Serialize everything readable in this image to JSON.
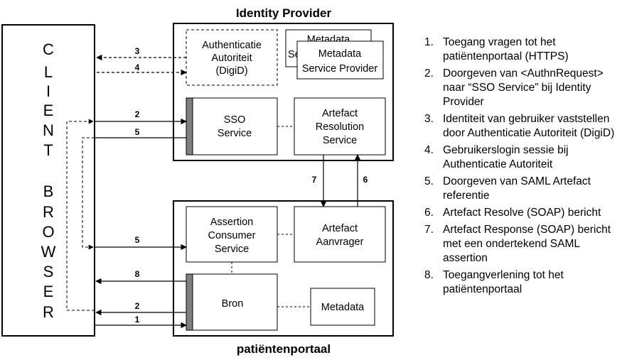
{
  "client_browser": {
    "letters": [
      "C",
      "L",
      "I",
      "E",
      "N",
      "T",
      "B",
      "R",
      "O",
      "W",
      "S",
      "E",
      "R"
    ]
  },
  "identity_provider": {
    "title": "Identity Provider",
    "authenticatie": [
      "Authenticatie",
      "Autoriteit",
      "(DigiD)"
    ],
    "metadata_back": [
      "Metadata",
      "Se"
    ],
    "metadata_sp": [
      "Metadata",
      "Service Provider"
    ],
    "sso_service": [
      "SSO",
      "Service"
    ],
    "artefact_resolution": [
      "Artefact",
      "Resolution",
      "Service"
    ]
  },
  "service_provider": {
    "title": "patiëntenportaal",
    "assertion_consumer": [
      "Assertion",
      "Consumer",
      "Service"
    ],
    "artefact_aanvrager": [
      "Artefact",
      "Aanvrager"
    ],
    "bron": "Bron",
    "metadata": "Metadata"
  },
  "arrow_labels": {
    "a3": "3",
    "a4": "4",
    "a2_top": "2",
    "a5_top": "5",
    "a7": "7",
    "a6": "6",
    "a5_bottom": "5",
    "a8": "8",
    "a2_bottom": "2",
    "a1": "1"
  },
  "legend": [
    {
      "num": "1.",
      "text": "Toegang vragen tot het patiëntenportaal (HTTPS)"
    },
    {
      "num": "2.",
      "text": "Doorgeven van <AuthnRequest> naar “SSO Service” bij Identity Provider"
    },
    {
      "num": "3.",
      "text": "Identiteit van gebruiker vaststellen door Authenticatie Autoriteit (DigiD)"
    },
    {
      "num": "4.",
      "text": "Gebruikerslogin sessie bij Authenticatie Autoriteit"
    },
    {
      "num": "5.",
      "text": "Doorgeven van  SAML Artefact referentie"
    },
    {
      "num": "6.",
      "text": "Artefact Resolve (SOAP) bericht"
    },
    {
      "num": "7.",
      "text": "Artefact Response (SOAP) bericht met een ondertekend SAML assertion"
    },
    {
      "num": "8.",
      "text": "Toegangverlening tot het patiëntenportaal"
    }
  ]
}
